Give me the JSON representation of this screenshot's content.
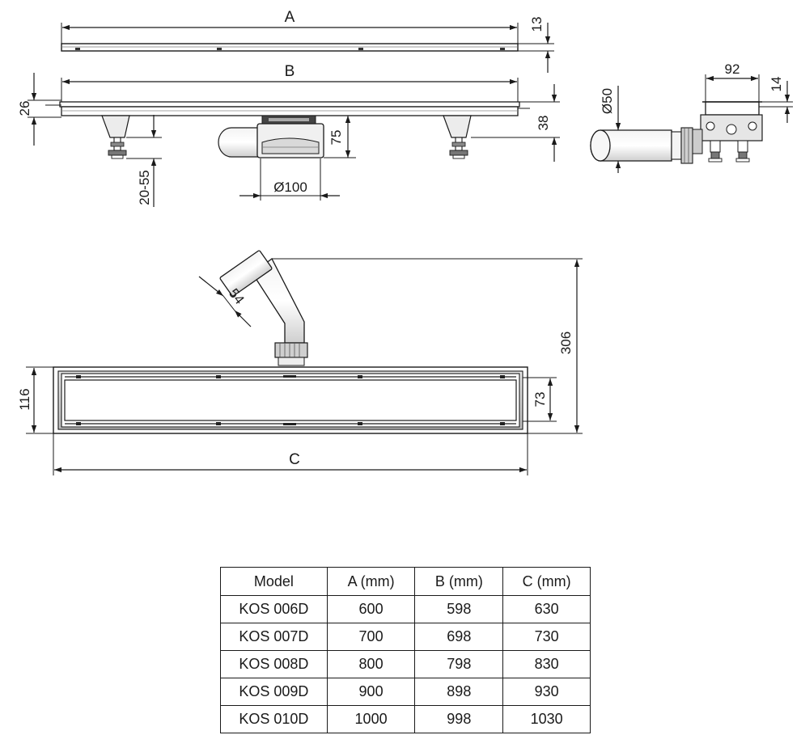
{
  "dimensions": {
    "a": "A",
    "b": "B",
    "c": "C",
    "h13": "13",
    "h26": "26",
    "h38": "38",
    "h75": "75",
    "leg": "20-55",
    "d100": "Ø100",
    "d50": "Ø50",
    "w92": "92",
    "h14": "14",
    "outlet54": "54",
    "h306": "306",
    "w116": "116",
    "w73": "73"
  },
  "table": {
    "headers": [
      "Model",
      "A (mm)",
      "B (mm)",
      "C (mm)"
    ],
    "rows": [
      [
        "KOS 006D",
        "600",
        "598",
        "630"
      ],
      [
        "KOS 007D",
        "700",
        "698",
        "730"
      ],
      [
        "KOS 008D",
        "800",
        "798",
        "830"
      ],
      [
        "KOS 009D",
        "900",
        "898",
        "930"
      ],
      [
        "KOS 010D",
        "1000",
        "998",
        "1030"
      ]
    ]
  }
}
